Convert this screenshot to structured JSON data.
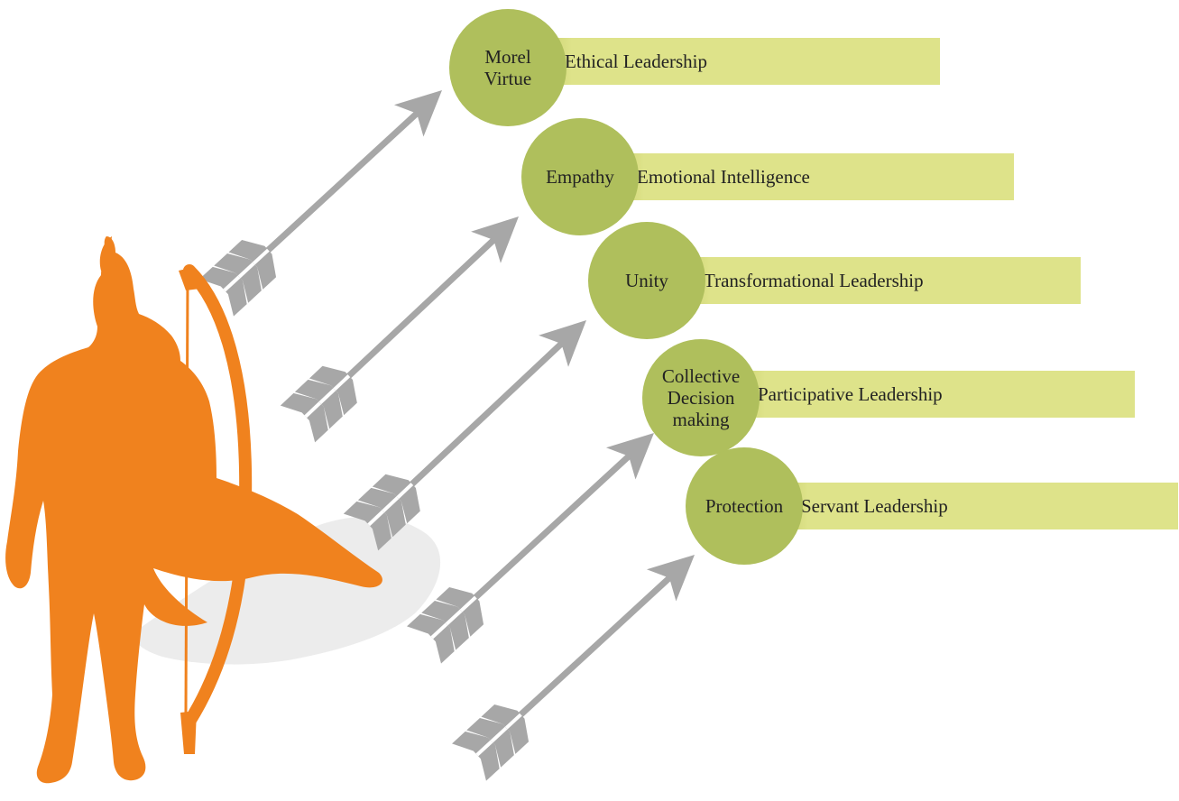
{
  "colors": {
    "figure": "#F0821E",
    "shadow": "#dcdcdc",
    "arrow": "#a7a7a7",
    "circle": "#afbf5c",
    "bar": "#dee38a",
    "bar_shade": "#c9d06e"
  },
  "items": [
    {
      "trait": "Morel\nVirtue",
      "leadership": "Ethical Leadership"
    },
    {
      "trait": "Empathy",
      "leadership": "Emotional Intelligence"
    },
    {
      "trait": "Unity",
      "leadership": "Transformational Leadership"
    },
    {
      "trait": "Collective\nDecision\nmaking",
      "leadership": "Participative Leadership"
    },
    {
      "trait": "Protection",
      "leadership": "Servant Leadership"
    }
  ],
  "icons": {
    "figure": "archer-figure-icon",
    "arrow": "arrow-icon"
  }
}
